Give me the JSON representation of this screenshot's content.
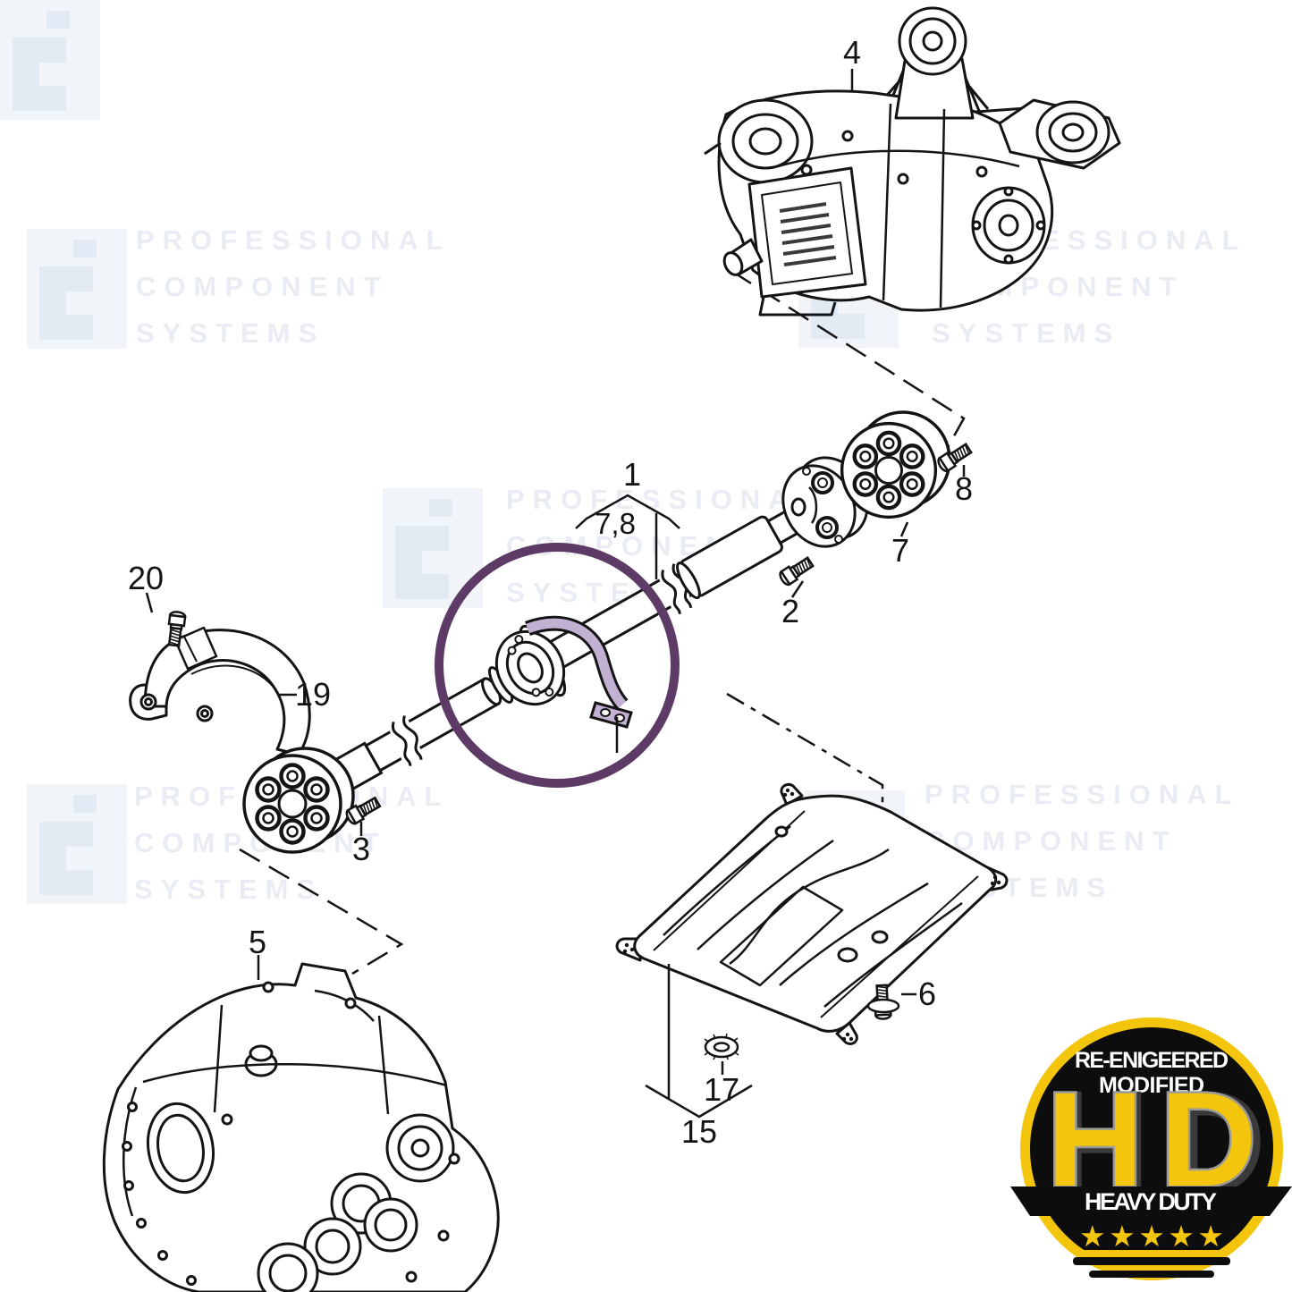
{
  "watermark": {
    "line1": "PROFESSIONAL",
    "line2": "COMPONENT",
    "line3": "SYSTEMS"
  },
  "parts": {
    "p1": "1",
    "p2": "2",
    "p3": "3",
    "p4": "4",
    "p5": "5",
    "p6": "6",
    "p7": "7",
    "p7_8": "7,8",
    "p8": "8",
    "p15": "15",
    "p17": "17",
    "p19": "19",
    "p20": "20"
  },
  "badge": {
    "line1": "RE-ENIGEERED",
    "line2": "MODIFIED",
    "hd": "HD",
    "banner": "HEAVY DUTY",
    "stars": "★★★★★",
    "yellow": "#F3C50C",
    "black": "#0D0D0D"
  },
  "highlight_color": "#5E3A66"
}
